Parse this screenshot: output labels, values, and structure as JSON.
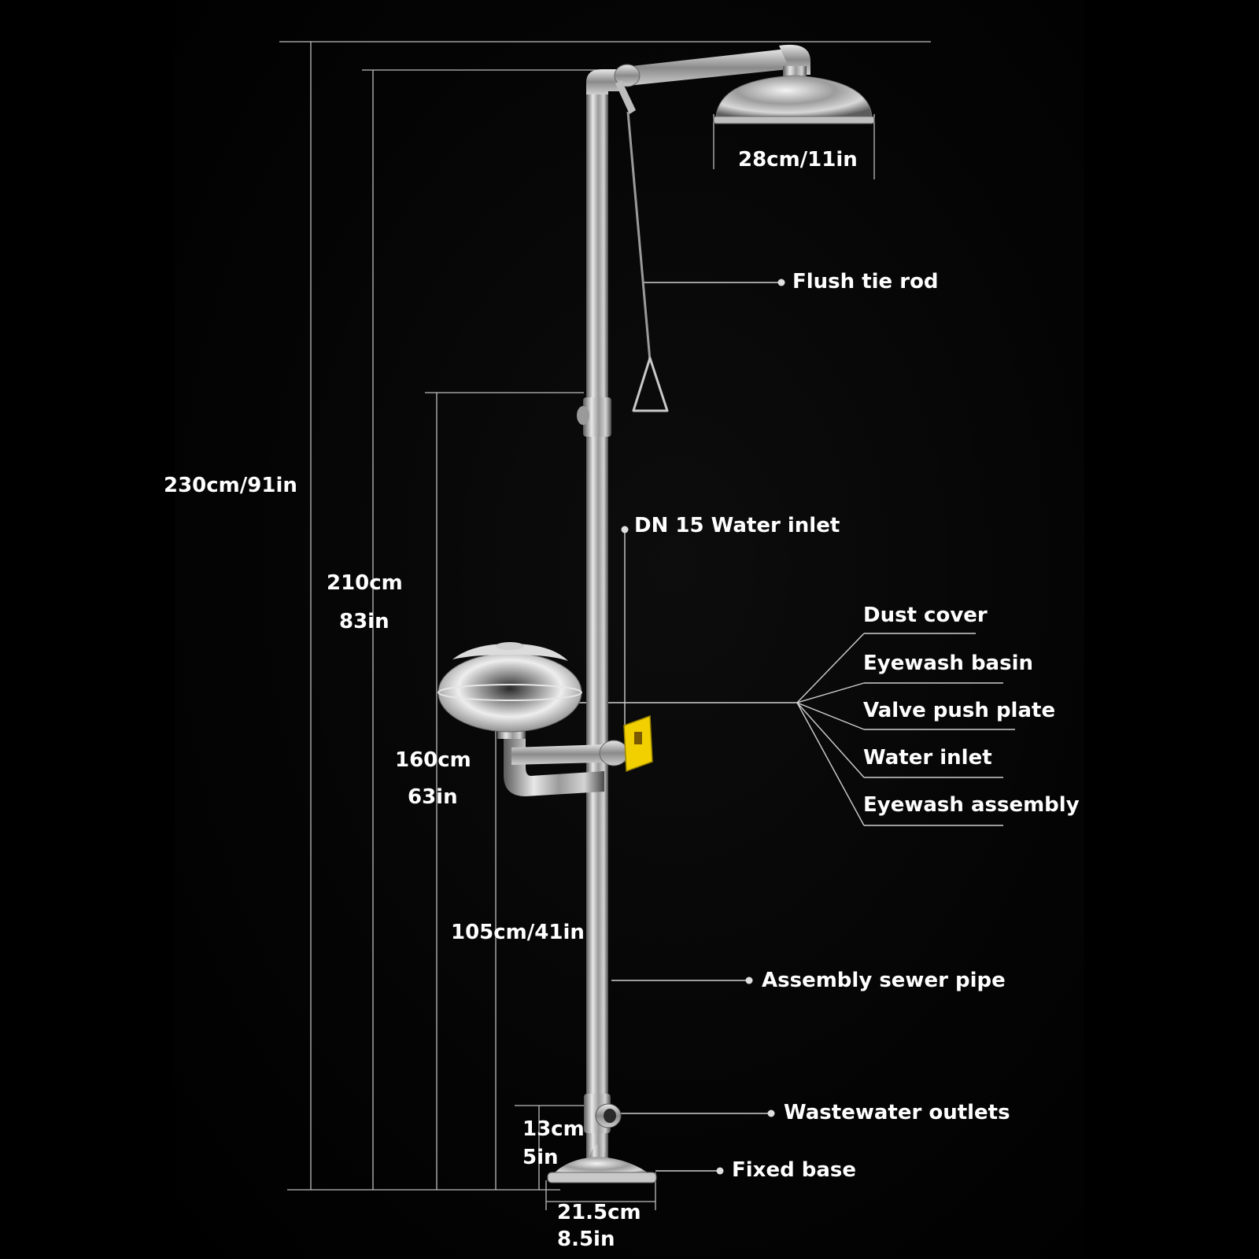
{
  "dimensions": {
    "total_height": "230cm/91in",
    "shower_height_cm": "210cm",
    "shower_height_in": "83in",
    "eyewash_height_cm": "160cm",
    "eyewash_height_in": "63in",
    "basin_height": "105cm/41in",
    "shower_head_diameter": "28cm/11in",
    "outlet_height_cm": "13cm",
    "outlet_height_in": "5in",
    "base_diameter_cm": "21.5cm",
    "base_diameter_in": "8.5in"
  },
  "labels": {
    "flush_tie_rod": "Flush tie rod",
    "water_inlet_dn15": "DN 15 Water inlet",
    "dust_cover": "Dust cover",
    "eyewash_basin": "Eyewash basin",
    "valve_push_plate": "Valve push plate",
    "water_inlet": "Water inlet",
    "eyewash_assembly": "Eyewash assembly",
    "assembly_sewer_pipe": "Assembly sewer pipe",
    "wastewater_outlets": "Wastewater outlets",
    "fixed_base": "Fixed base"
  },
  "colors": {
    "background": "#000000",
    "steel": "#c8c8c8",
    "line": "#bdbdbd",
    "valve_plate": "#f2d000"
  }
}
